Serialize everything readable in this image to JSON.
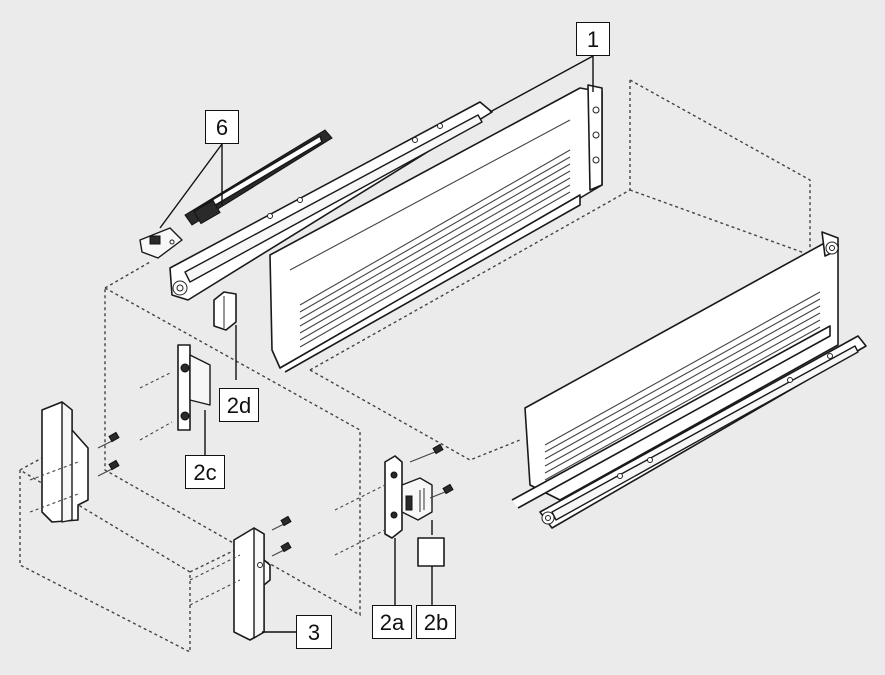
{
  "labels": {
    "part_1": "1",
    "part_6": "6",
    "part_2d": "2d",
    "part_2c": "2c",
    "part_3": "3",
    "part_2a": "2a",
    "part_2b": "2b"
  }
}
